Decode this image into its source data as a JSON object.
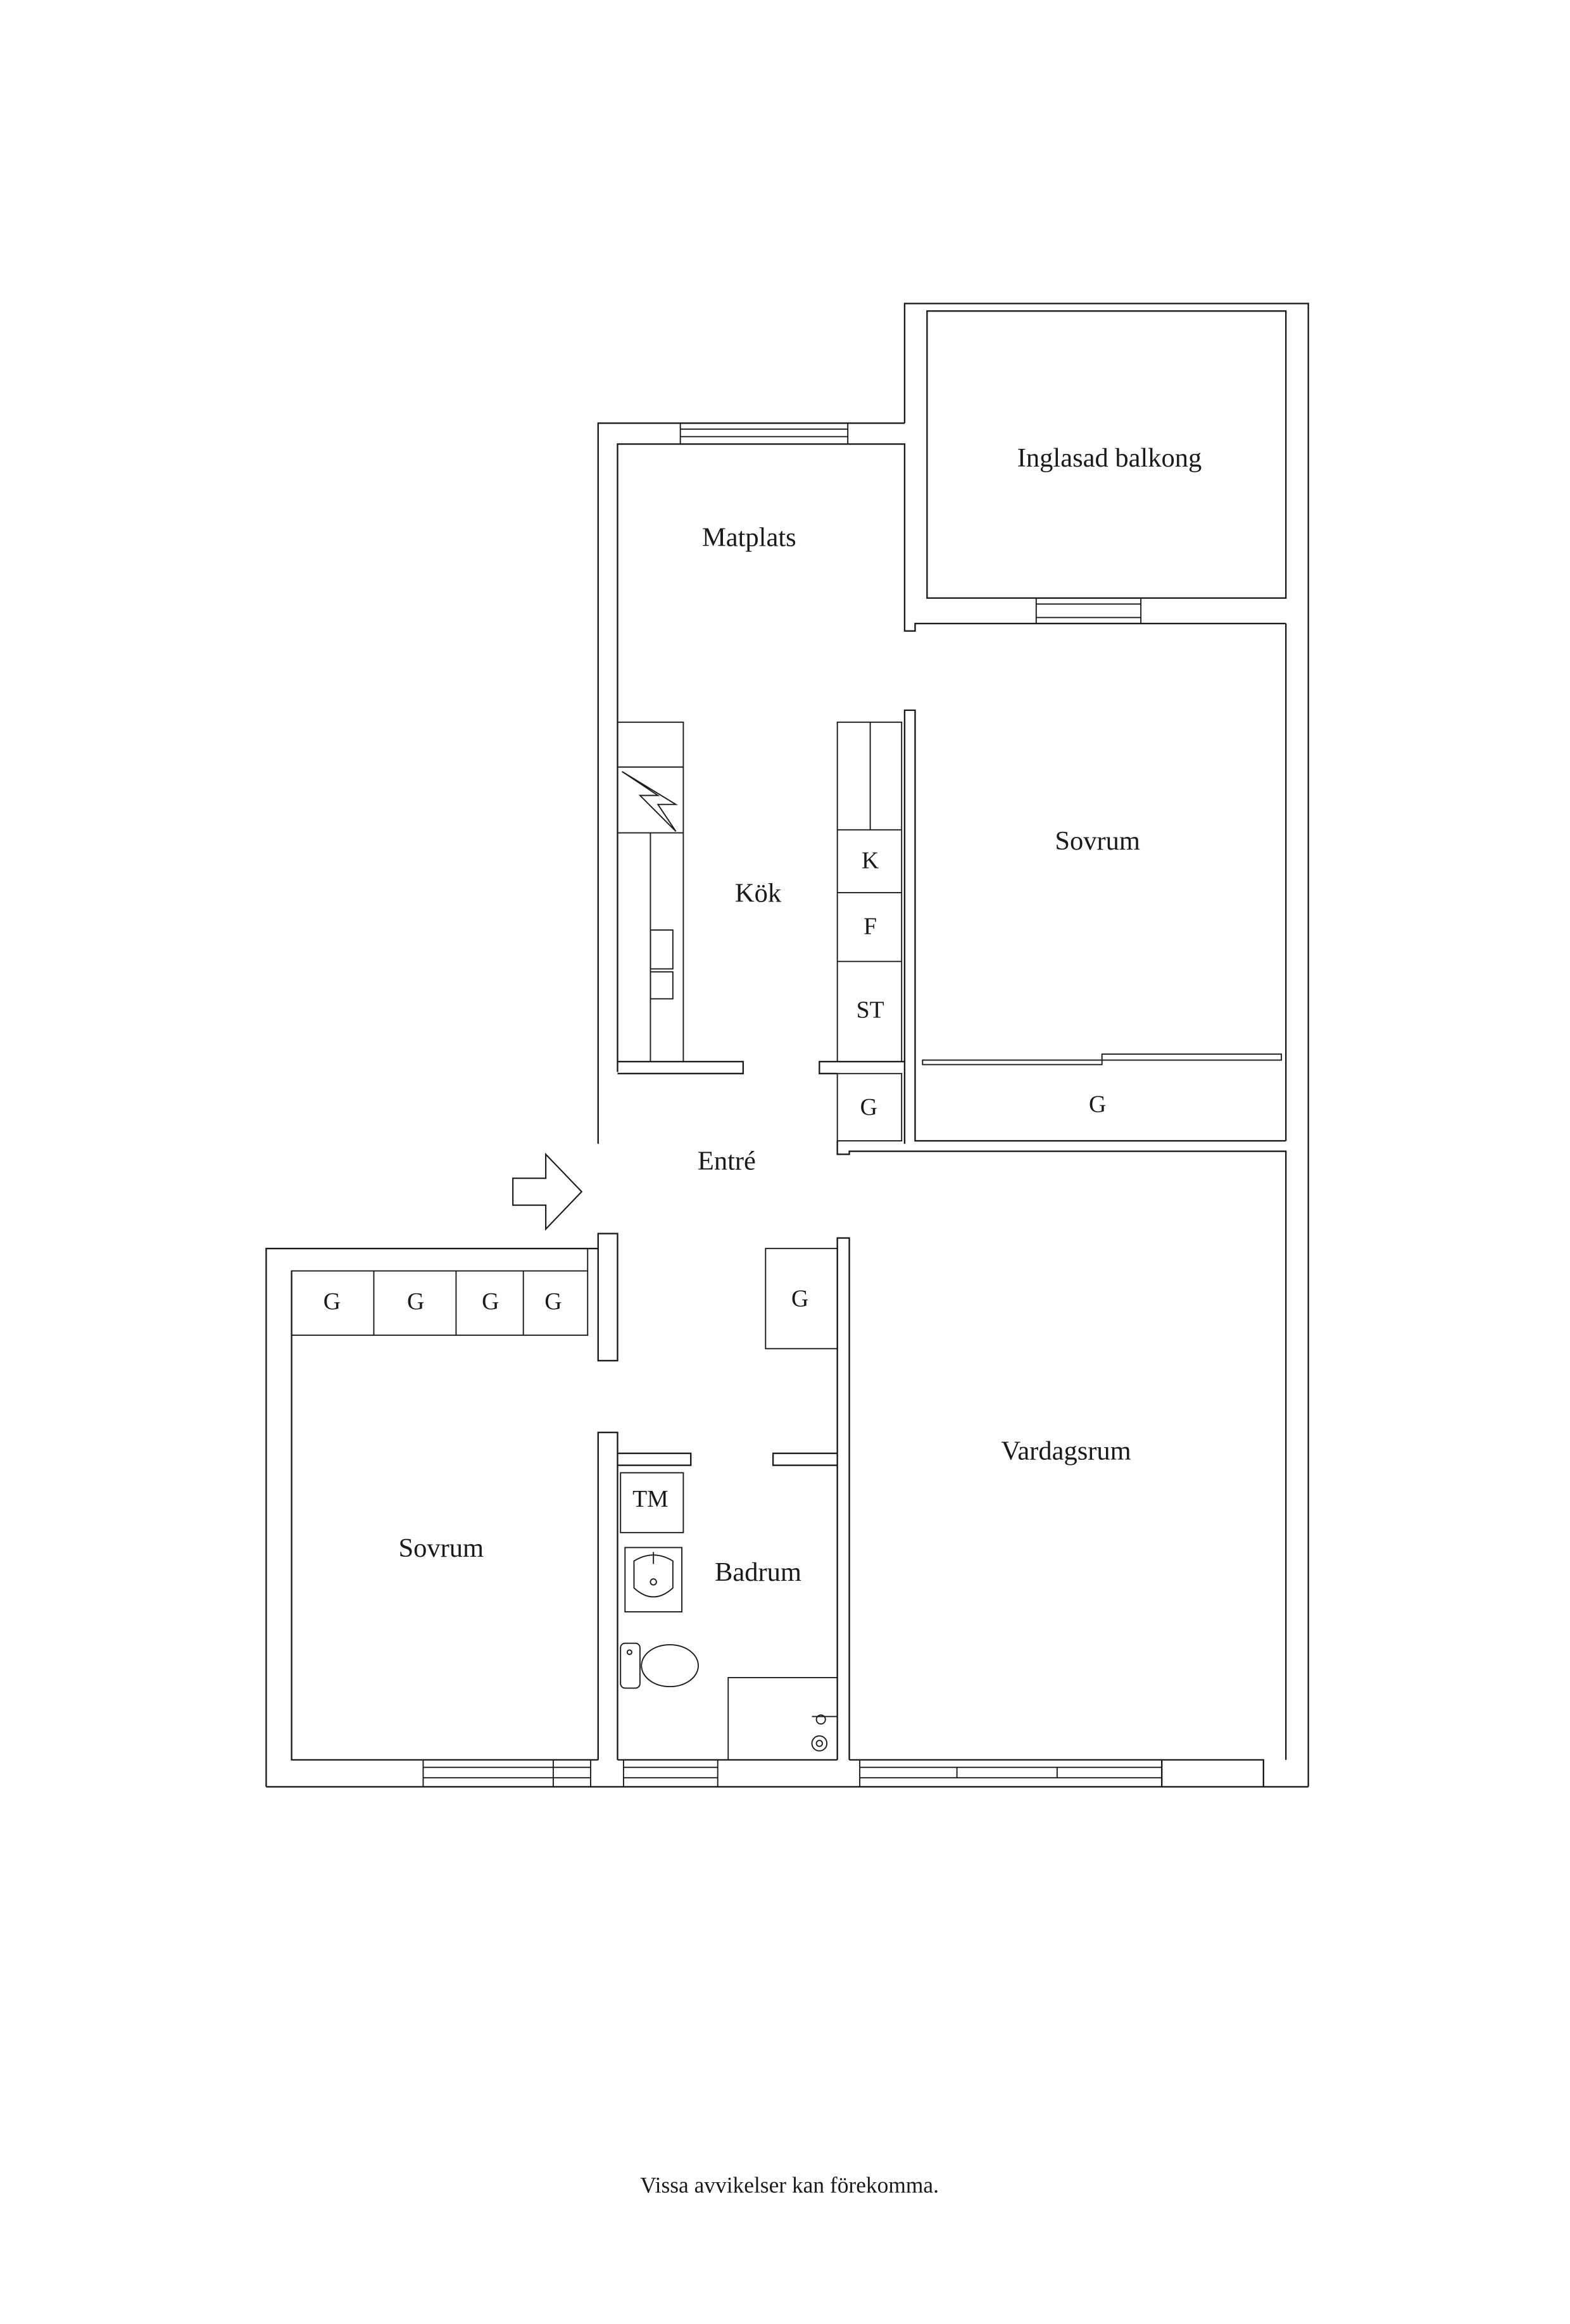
{
  "rooms": {
    "glazed_balcony": "Inglasad balkong",
    "dining": "Matplats",
    "bedroom_upper": "Sovrum",
    "kitchen": "Kök",
    "entrance": "Entré",
    "living_room": "Vardagsrum",
    "bathroom": "Badrum",
    "bedroom_lower": "Sovrum"
  },
  "fixtures": {
    "k": "K",
    "f": "F",
    "st": "ST",
    "tm": "TM"
  },
  "storage": {
    "kitchen_closet": "G",
    "bedroom_upper_closet": "G",
    "entrance_closet": "G",
    "bedroom_lower_closets": [
      "G",
      "G",
      "G",
      "G"
    ]
  },
  "footer_note": "Vissa avvikelser kan förekomma.",
  "colors": {
    "line": "#1a1a1a",
    "background": "#ffffff"
  }
}
